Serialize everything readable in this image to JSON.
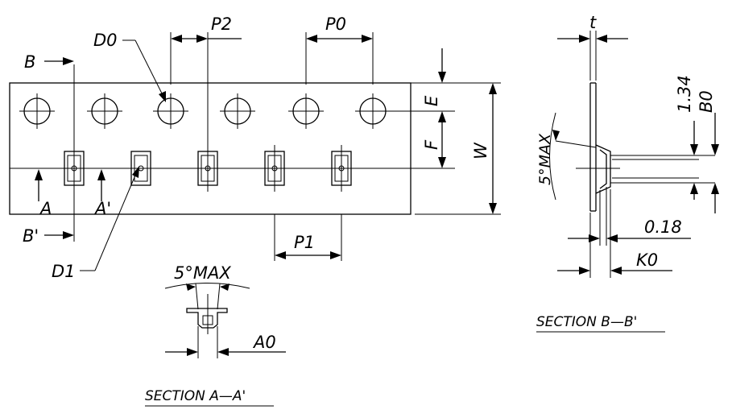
{
  "labels": {
    "b": "B",
    "b_prime": "B'",
    "a": "A",
    "a_prime": "A'",
    "d0": "D0",
    "d1": "D1",
    "p2": "P2",
    "p0": "P0",
    "p1": "P1",
    "e": "E",
    "f": "F",
    "w": "W",
    "t": "t",
    "dim_134": "1.34",
    "b0": "B0",
    "dim_018": "0.18",
    "k0": "K0",
    "a0": "A0",
    "max_angle_a": "5°MAX",
    "max_angle_b": "5°MAX"
  },
  "captions": {
    "section_aa": "SECTION A—A'",
    "section_bb": "SECTION B—B'"
  }
}
